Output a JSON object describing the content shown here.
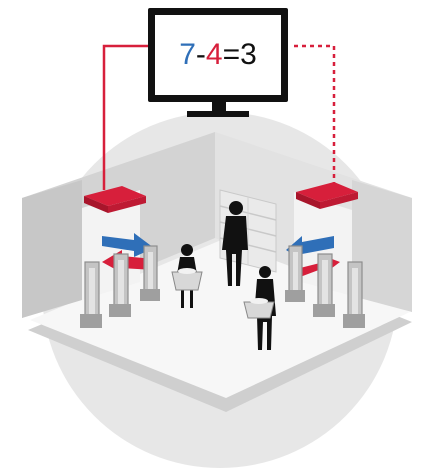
{
  "monitor": {
    "equation": {
      "entries": "7",
      "minus_sign": "-",
      "exits": "4",
      "equals_sign": "=",
      "occupancy": "3"
    }
  },
  "colors": {
    "entries_blue": "#2f6fb8",
    "exits_red": "#d71f3b",
    "monitor_frame": "#111111",
    "backdrop_circle": "#e6e6e6",
    "room_wall": "#d6d6d6",
    "floor": "#f4f4f4",
    "gate": "#b9b9b9",
    "person": "#111111"
  },
  "icons": [
    "monitor-icon",
    "counter-sensor-icon",
    "entry-arrow-icon",
    "exit-arrow-icon",
    "security-gate-icon",
    "shelf-icon",
    "shopper-icon"
  ]
}
